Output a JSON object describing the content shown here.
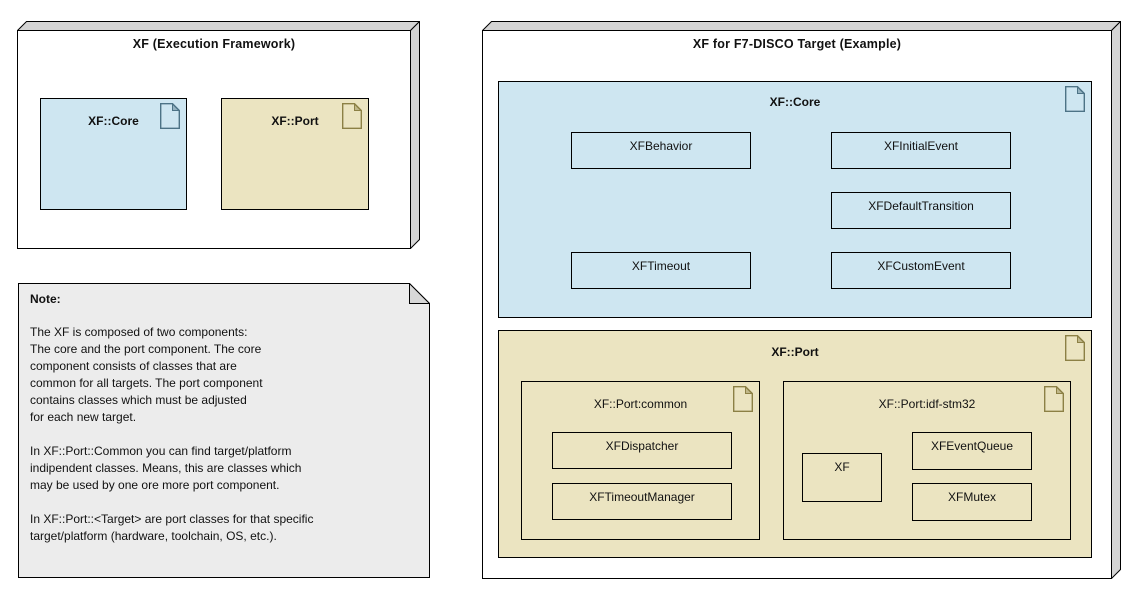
{
  "left_node": {
    "title": "XF (Execution Framework)",
    "core_label": "XF::Core",
    "port_label": "XF::Port"
  },
  "note": {
    "heading": "Note:",
    "p1": [
      "The XF is composed of two components:",
      "The core and the port component. The core",
      "component consists of classes that are",
      "common for all targets. The port component",
      "contains classes which must be adjusted",
      "for each new target."
    ],
    "p2": [
      "In XF::Port::Common you can find target/platform",
      "indipendent classes. Means, this are classes which",
      "may be used by one ore more port component."
    ],
    "p3": [
      "In XF::Port::<Target> are port classes for that specific",
      "target/platform (hardware, toolchain, OS, etc.)."
    ]
  },
  "right_node": {
    "title": "XF for F7-DISCO Target (Example)",
    "core": {
      "label": "XF::Core",
      "classes": [
        "XFBehavior",
        "XFInitialEvent",
        "XFDefaultTransition",
        "XFTimeout",
        "XFCustomEvent"
      ]
    },
    "port": {
      "label": "XF::Port",
      "common": {
        "label": "XF::Port:common",
        "classes": [
          "XFDispatcher",
          "XFTimeoutManager"
        ]
      },
      "idf": {
        "label": "XF::Port:idf-stm32",
        "classes": [
          "XF",
          "XFEventQueue",
          "XFMutex"
        ]
      }
    }
  },
  "colors": {
    "core_fill": "#cee6f1",
    "port_fill": "#ebe4c1",
    "note_fill": "#ececec",
    "side_fill": "#d4d4d4",
    "core_stroke": "#4d7386",
    "port_stroke": "#8c8045"
  }
}
